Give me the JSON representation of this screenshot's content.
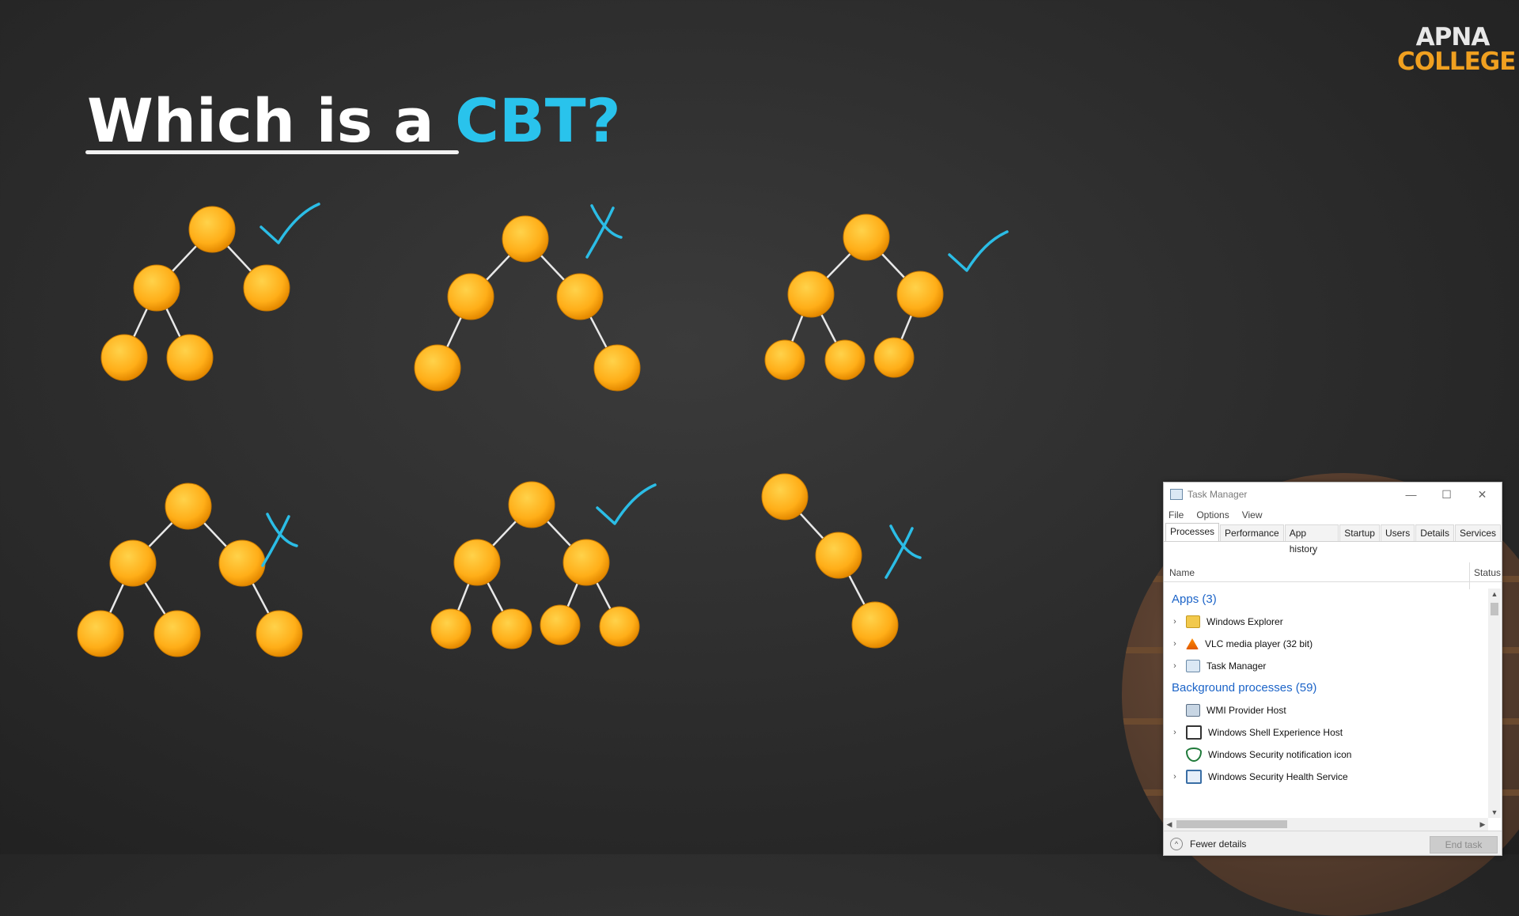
{
  "slide": {
    "title_prefix": "Which is a ",
    "title_highlight": "CBT?",
    "logo_line1": "APNA",
    "logo_line2": "COLLEGE",
    "highlight_color": "#29c3ec",
    "node_color": "#ffb020",
    "mark_color": "#2bbde6",
    "trees": [
      {
        "id": "tree-1",
        "verdict": "check"
      },
      {
        "id": "tree-2",
        "verdict": "cross"
      },
      {
        "id": "tree-3",
        "verdict": "check"
      },
      {
        "id": "tree-4",
        "verdict": "cross"
      },
      {
        "id": "tree-5",
        "verdict": "check"
      },
      {
        "id": "tree-6",
        "verdict": "cross"
      }
    ]
  },
  "task_manager": {
    "title": "Task Manager",
    "menu": [
      "File",
      "Options",
      "View"
    ],
    "tabs": [
      "Processes",
      "Performance",
      "App history",
      "Startup",
      "Users",
      "Details",
      "Services"
    ],
    "active_tab": "Processes",
    "columns": {
      "name": "Name",
      "status": "Status"
    },
    "groups": [
      {
        "label": "Apps (3)",
        "items": [
          {
            "label": "Windows Explorer",
            "icon": "folder-icon",
            "expandable": true
          },
          {
            "label": "VLC media player (32 bit)",
            "icon": "vlc-cone-icon",
            "expandable": true
          },
          {
            "label": "Task Manager",
            "icon": "task-manager-icon",
            "expandable": true
          }
        ]
      },
      {
        "label": "Background processes (59)",
        "items": [
          {
            "label": "WMI Provider Host",
            "icon": "wmi-icon",
            "expandable": false
          },
          {
            "label": "Windows Shell Experience Host",
            "icon": "window-icon",
            "expandable": true
          },
          {
            "label": "Windows Security notification icon",
            "icon": "shield-icon",
            "expandable": false
          },
          {
            "label": "Windows Security Health Service",
            "icon": "security-health-icon",
            "expandable": true
          }
        ]
      }
    ],
    "footer": {
      "fewer_details": "Fewer details",
      "end_task": "End task"
    }
  }
}
